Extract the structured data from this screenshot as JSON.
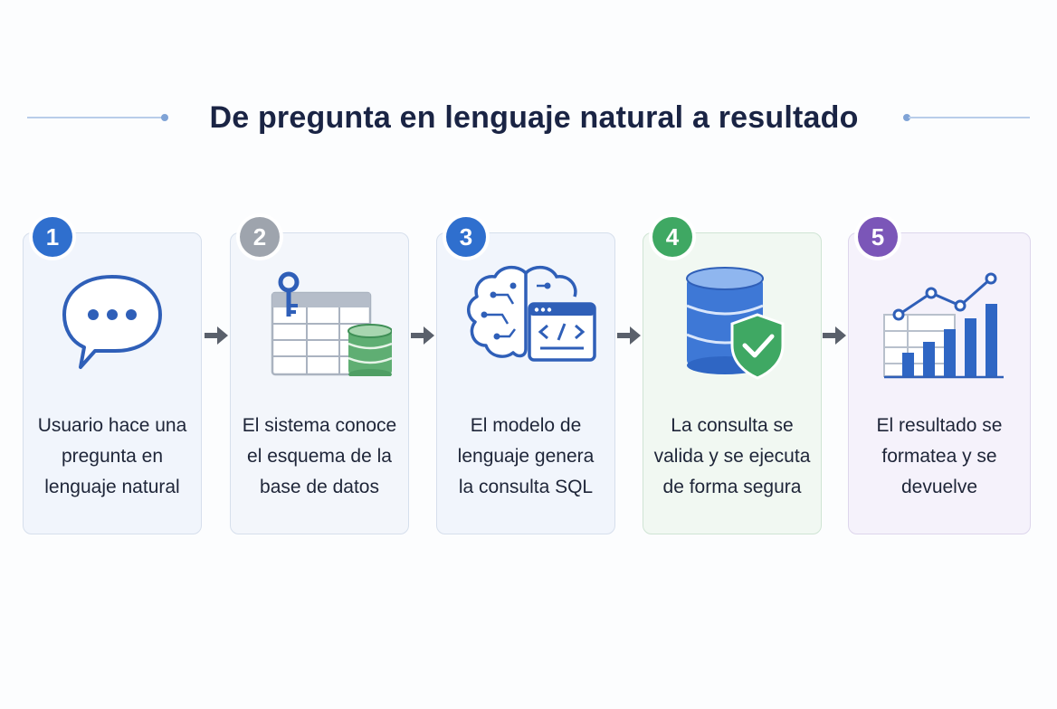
{
  "title": "De pregunta en lenguaje natural a resultado",
  "colors": {
    "blue": "#2f6fce",
    "gray": "#9ea4ad",
    "green": "#3fa863",
    "purple": "#7b56b8",
    "arrow": "#5a606b"
  },
  "steps": [
    {
      "number": "1",
      "lines": [
        "Usuario hace una",
        "pregunta en",
        "lenguaje natural"
      ],
      "icon": "chat-bubble-icon"
    },
    {
      "number": "2",
      "lines": [
        "El sistema conoce",
        "el esquema de la",
        "base de datos"
      ],
      "icon": "database-schema-icon"
    },
    {
      "number": "3",
      "lines": [
        "El modelo de",
        "lenguaje genera",
        "la consulta SQL"
      ],
      "icon": "brain-code-icon"
    },
    {
      "number": "4",
      "lines": [
        "La consulta se",
        "valida y se ejecuta",
        "de forma segura"
      ],
      "icon": "database-shield-icon"
    },
    {
      "number": "5",
      "lines": [
        "El resultado se",
        "formatea y se",
        "devuelve"
      ],
      "icon": "bar-chart-icon"
    }
  ]
}
